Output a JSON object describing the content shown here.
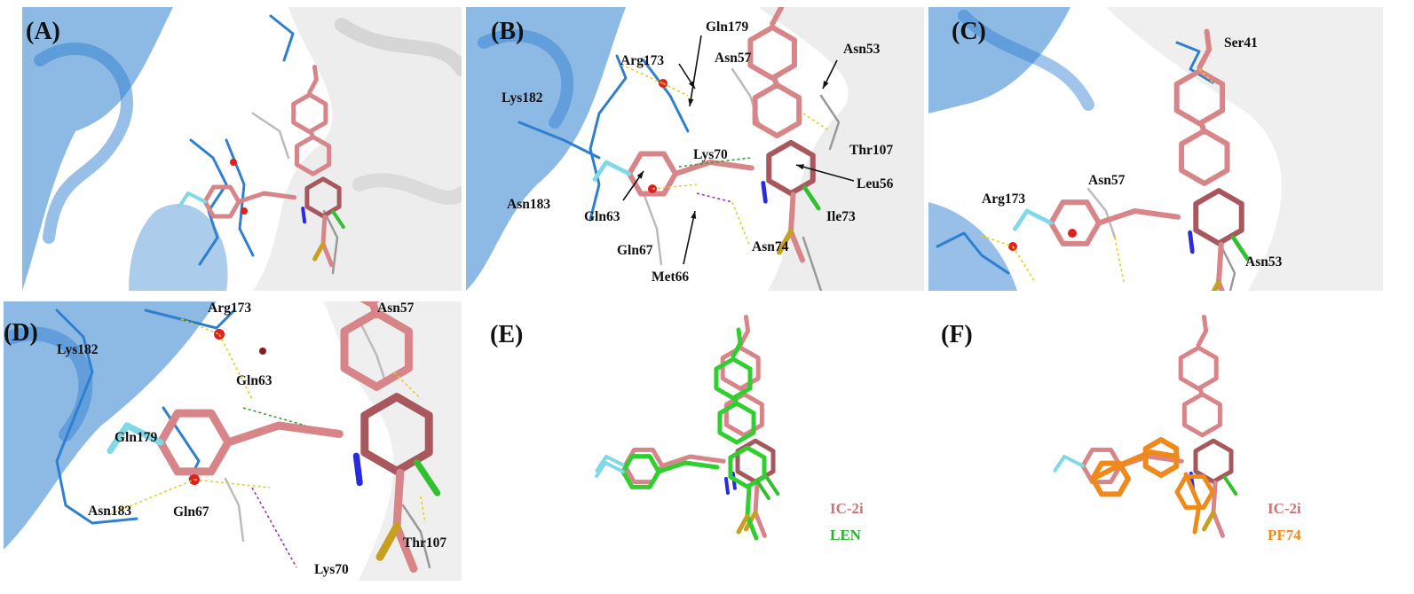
{
  "panels": {
    "A": {
      "letter": "(A)"
    },
    "B": {
      "letter": "(B)",
      "residues": [
        "Arg173",
        "Gln179",
        "Asn57",
        "Asn53",
        "Lys182",
        "Thr107",
        "Lys70",
        "Leu56",
        "Asn183",
        "Gln63",
        "Ile73",
        "Gln67",
        "Asn74",
        "Met66"
      ]
    },
    "C": {
      "letter": "(C)",
      "residues": [
        "Ser41",
        "Asn57",
        "Arg173",
        "Asn53"
      ]
    },
    "D": {
      "letter": "(D)",
      "residues": [
        "Arg173",
        "Asn57",
        "Lys182",
        "Gln63",
        "Gln179",
        "Asn183",
        "Gln67",
        "Thr107",
        "Lys70"
      ]
    },
    "E": {
      "letter": "(E)",
      "legend": [
        "IC-2i",
        "LEN"
      ]
    },
    "F": {
      "letter": "(F)",
      "legend": [
        "IC-2i",
        "PF74"
      ]
    }
  },
  "colors": {
    "ligand": "#d8858a",
    "ligand_dark": "#a8585d",
    "protein_blue": "#2f7fd0",
    "protein_white": "#c9c9c9",
    "len": "#2fcf2f",
    "pf74": "#ef8a1a",
    "nitrogen": "#2a2ae0",
    "oxygen": "#e02020",
    "fluorine": "#7fd9e6",
    "sulfur": "#c8a020",
    "chlorine": "#30c030",
    "hbond": "#e0d020"
  }
}
